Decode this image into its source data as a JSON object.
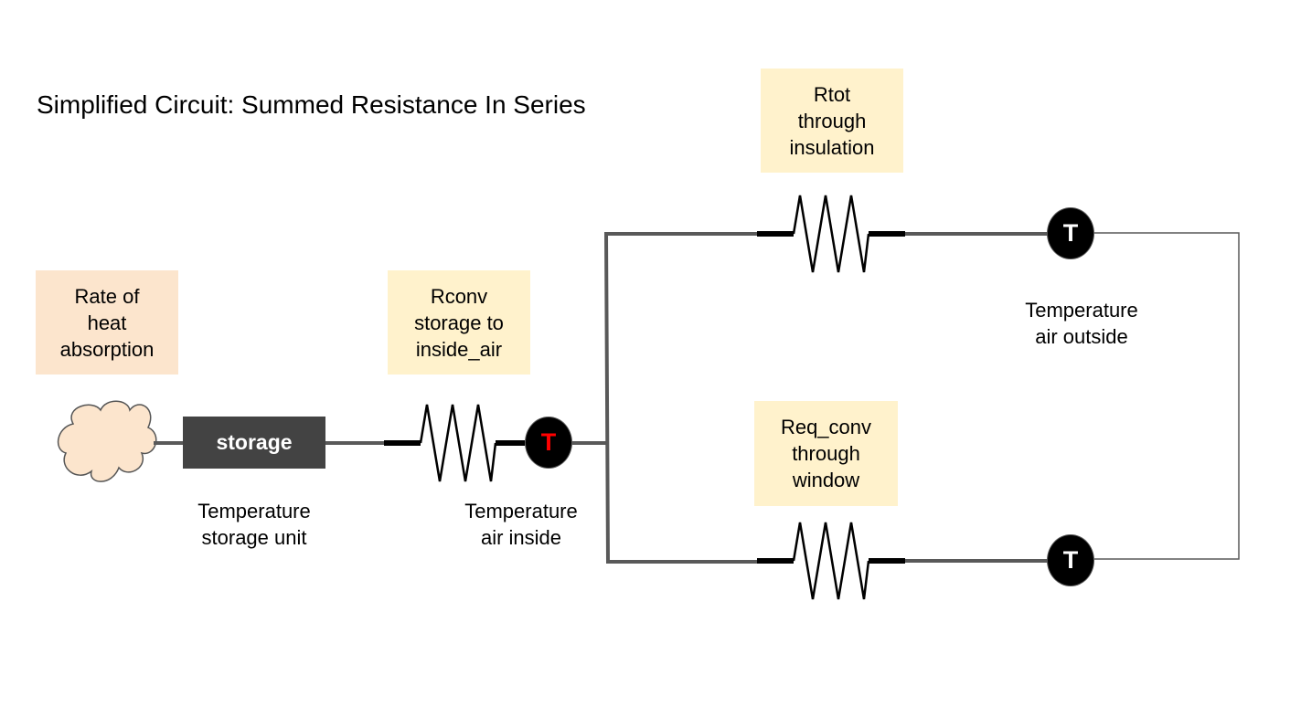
{
  "title": "Simplified Circuit: Summed Resistance In Series",
  "boxes": {
    "heat": [
      "Rate of",
      "heat",
      "absorption"
    ],
    "rconv": [
      "Rconv",
      "storage to",
      "inside_air"
    ],
    "rtot": [
      "Rtot",
      "through",
      "insulation"
    ],
    "req": [
      "Req_conv",
      "through",
      "window"
    ]
  },
  "storage_label": "storage",
  "labels": {
    "storage_temp": [
      "Temperature",
      "storage unit"
    ],
    "air_inside": [
      "Temperature",
      "air inside"
    ],
    "air_outside": [
      "Temperature",
      "air outside"
    ]
  },
  "nodes": {
    "inside": "T",
    "outside_top": "T",
    "outside_bottom": "T"
  },
  "colors": {
    "peach_box": "#fce5cd",
    "yellow_box": "#fff2cc",
    "storage_box": "#434343",
    "wire": "#595959",
    "node": "#000000",
    "inside_node_text": "#ff0000",
    "outside_node_text": "#ffffff"
  },
  "icons": {
    "heat_source": "cloud-icon",
    "resistor": "resistor-zigzag-icon"
  }
}
